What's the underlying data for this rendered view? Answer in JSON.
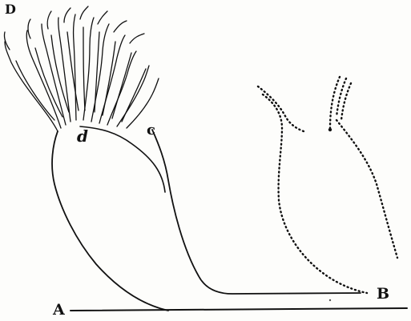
{
  "figure": {
    "labels": {
      "D": "D",
      "d": "d",
      "c": "c",
      "A": "A",
      "B": "B"
    }
  },
  "colors": {
    "ink": "#111111",
    "paper": "#fdfdfb"
  }
}
